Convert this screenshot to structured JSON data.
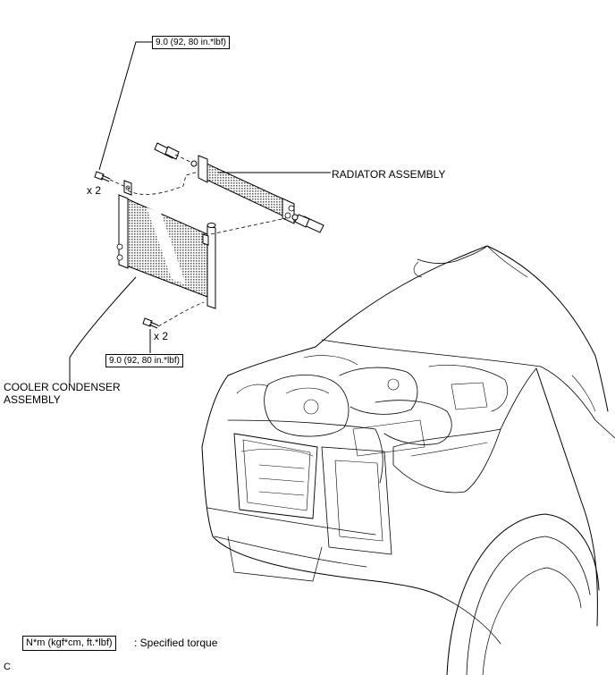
{
  "torque_top": "9.0 (92, 80 in.*lbf)",
  "torque_bottom": "9.0 (92, 80 in.*lbf)",
  "qty_upper": "x 2",
  "qty_lower": "x 2",
  "radiator_label": "RADIATOR ASSEMBLY",
  "condenser_label_line1": "COOLER CONDENSER",
  "condenser_label_line2": "ASSEMBLY",
  "legend": {
    "unit_box": "N*m (kgf*cm, ft.*lbf)",
    "description": ": Specified torque"
  },
  "figure_code": "C"
}
